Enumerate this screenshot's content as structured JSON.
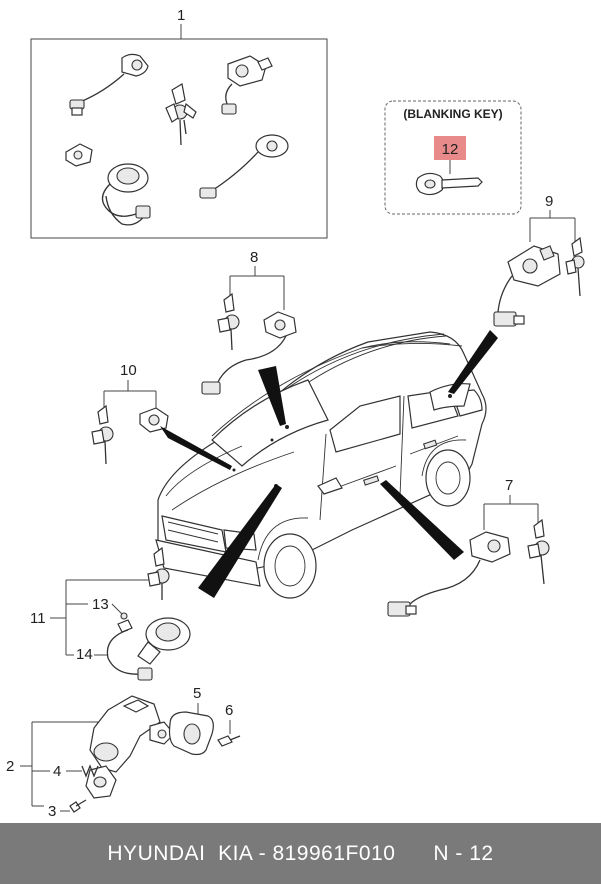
{
  "callouts": {
    "c1": "1",
    "c2": "2",
    "c3": "3",
    "c4": "4",
    "c5": "5",
    "c6": "6",
    "c7": "7",
    "c8": "8",
    "c9": "9",
    "c10": "10",
    "c11": "11",
    "c12": "12",
    "c13": "13",
    "c14": "14"
  },
  "blanking_key_label": "(BLANKING KEY)",
  "highlight_color": "#e88a8a",
  "footer": {
    "brand": "HYUNDAI  KIA",
    "separator": " - ",
    "part_number": "819961F010",
    "page_ref": "N - 12"
  }
}
